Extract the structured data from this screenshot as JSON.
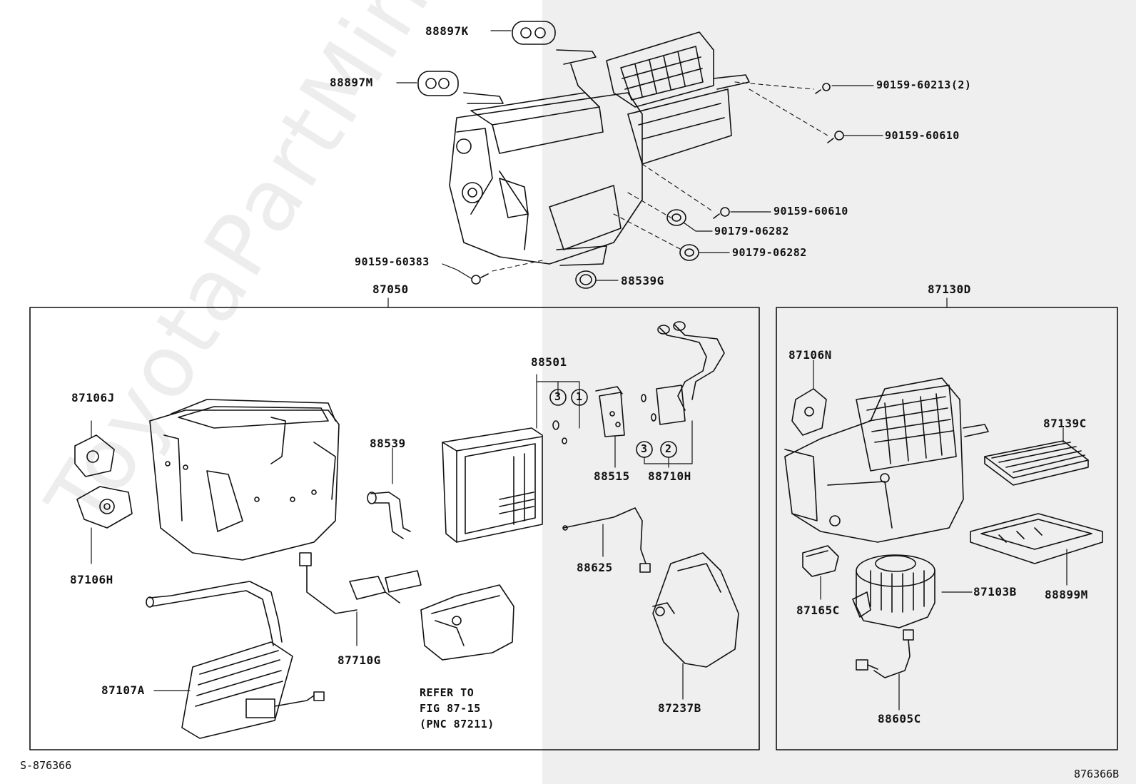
{
  "watermark": "ToyotaPartMine.ru",
  "footer": {
    "left": "S-876366",
    "right": "876366B"
  },
  "note": "REFER TO\nFIG 87-15\n(PNC 87211)",
  "assemblies": {
    "main": "87050",
    "blower": "87130D"
  },
  "top_labels": {
    "p88897K": "88897K",
    "p88897M": "88897M",
    "p90159_60213": "90159-60213(2)",
    "p90159_60610a": "90159-60610",
    "p90159_60610b": "90159-60610",
    "p90179_06282a": "90179-06282",
    "p90179_06282b": "90179-06282",
    "p90159_60383": "90159-60383",
    "p88539G": "88539G"
  },
  "main_labels": {
    "p87106J": "87106J",
    "p87106H": "87106H",
    "p88539": "88539",
    "p88501": "88501",
    "p88515": "88515",
    "p88710H": "88710H",
    "p88625": "88625",
    "p87710G": "87710G",
    "p87107A": "87107A",
    "p87237B": "87237B"
  },
  "blower_labels": {
    "p87106N": "87106N",
    "p87139C": "87139C",
    "p87165C": "87165C",
    "p87103B": "87103B",
    "p88899M": "88899M",
    "p88605C": "88605C"
  },
  "circled": {
    "c3a": "3",
    "c1": "1",
    "c3b": "3",
    "c2": "2"
  }
}
